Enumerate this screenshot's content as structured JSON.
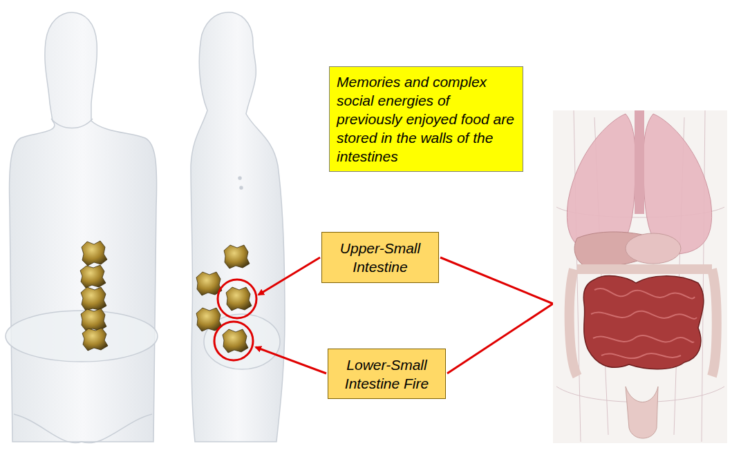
{
  "diagram": {
    "nodes": [
      {
        "text": [
          "Memories and complex social energies of previously enjoyed food are stored in the walls of the intestines"
        ]
      },
      {
        "text": [
          "Upper-Small Intestine"
        ]
      },
      {
        "text": [
          "Lower-Small Intestine Fire"
        ]
      }
    ]
  }
}
